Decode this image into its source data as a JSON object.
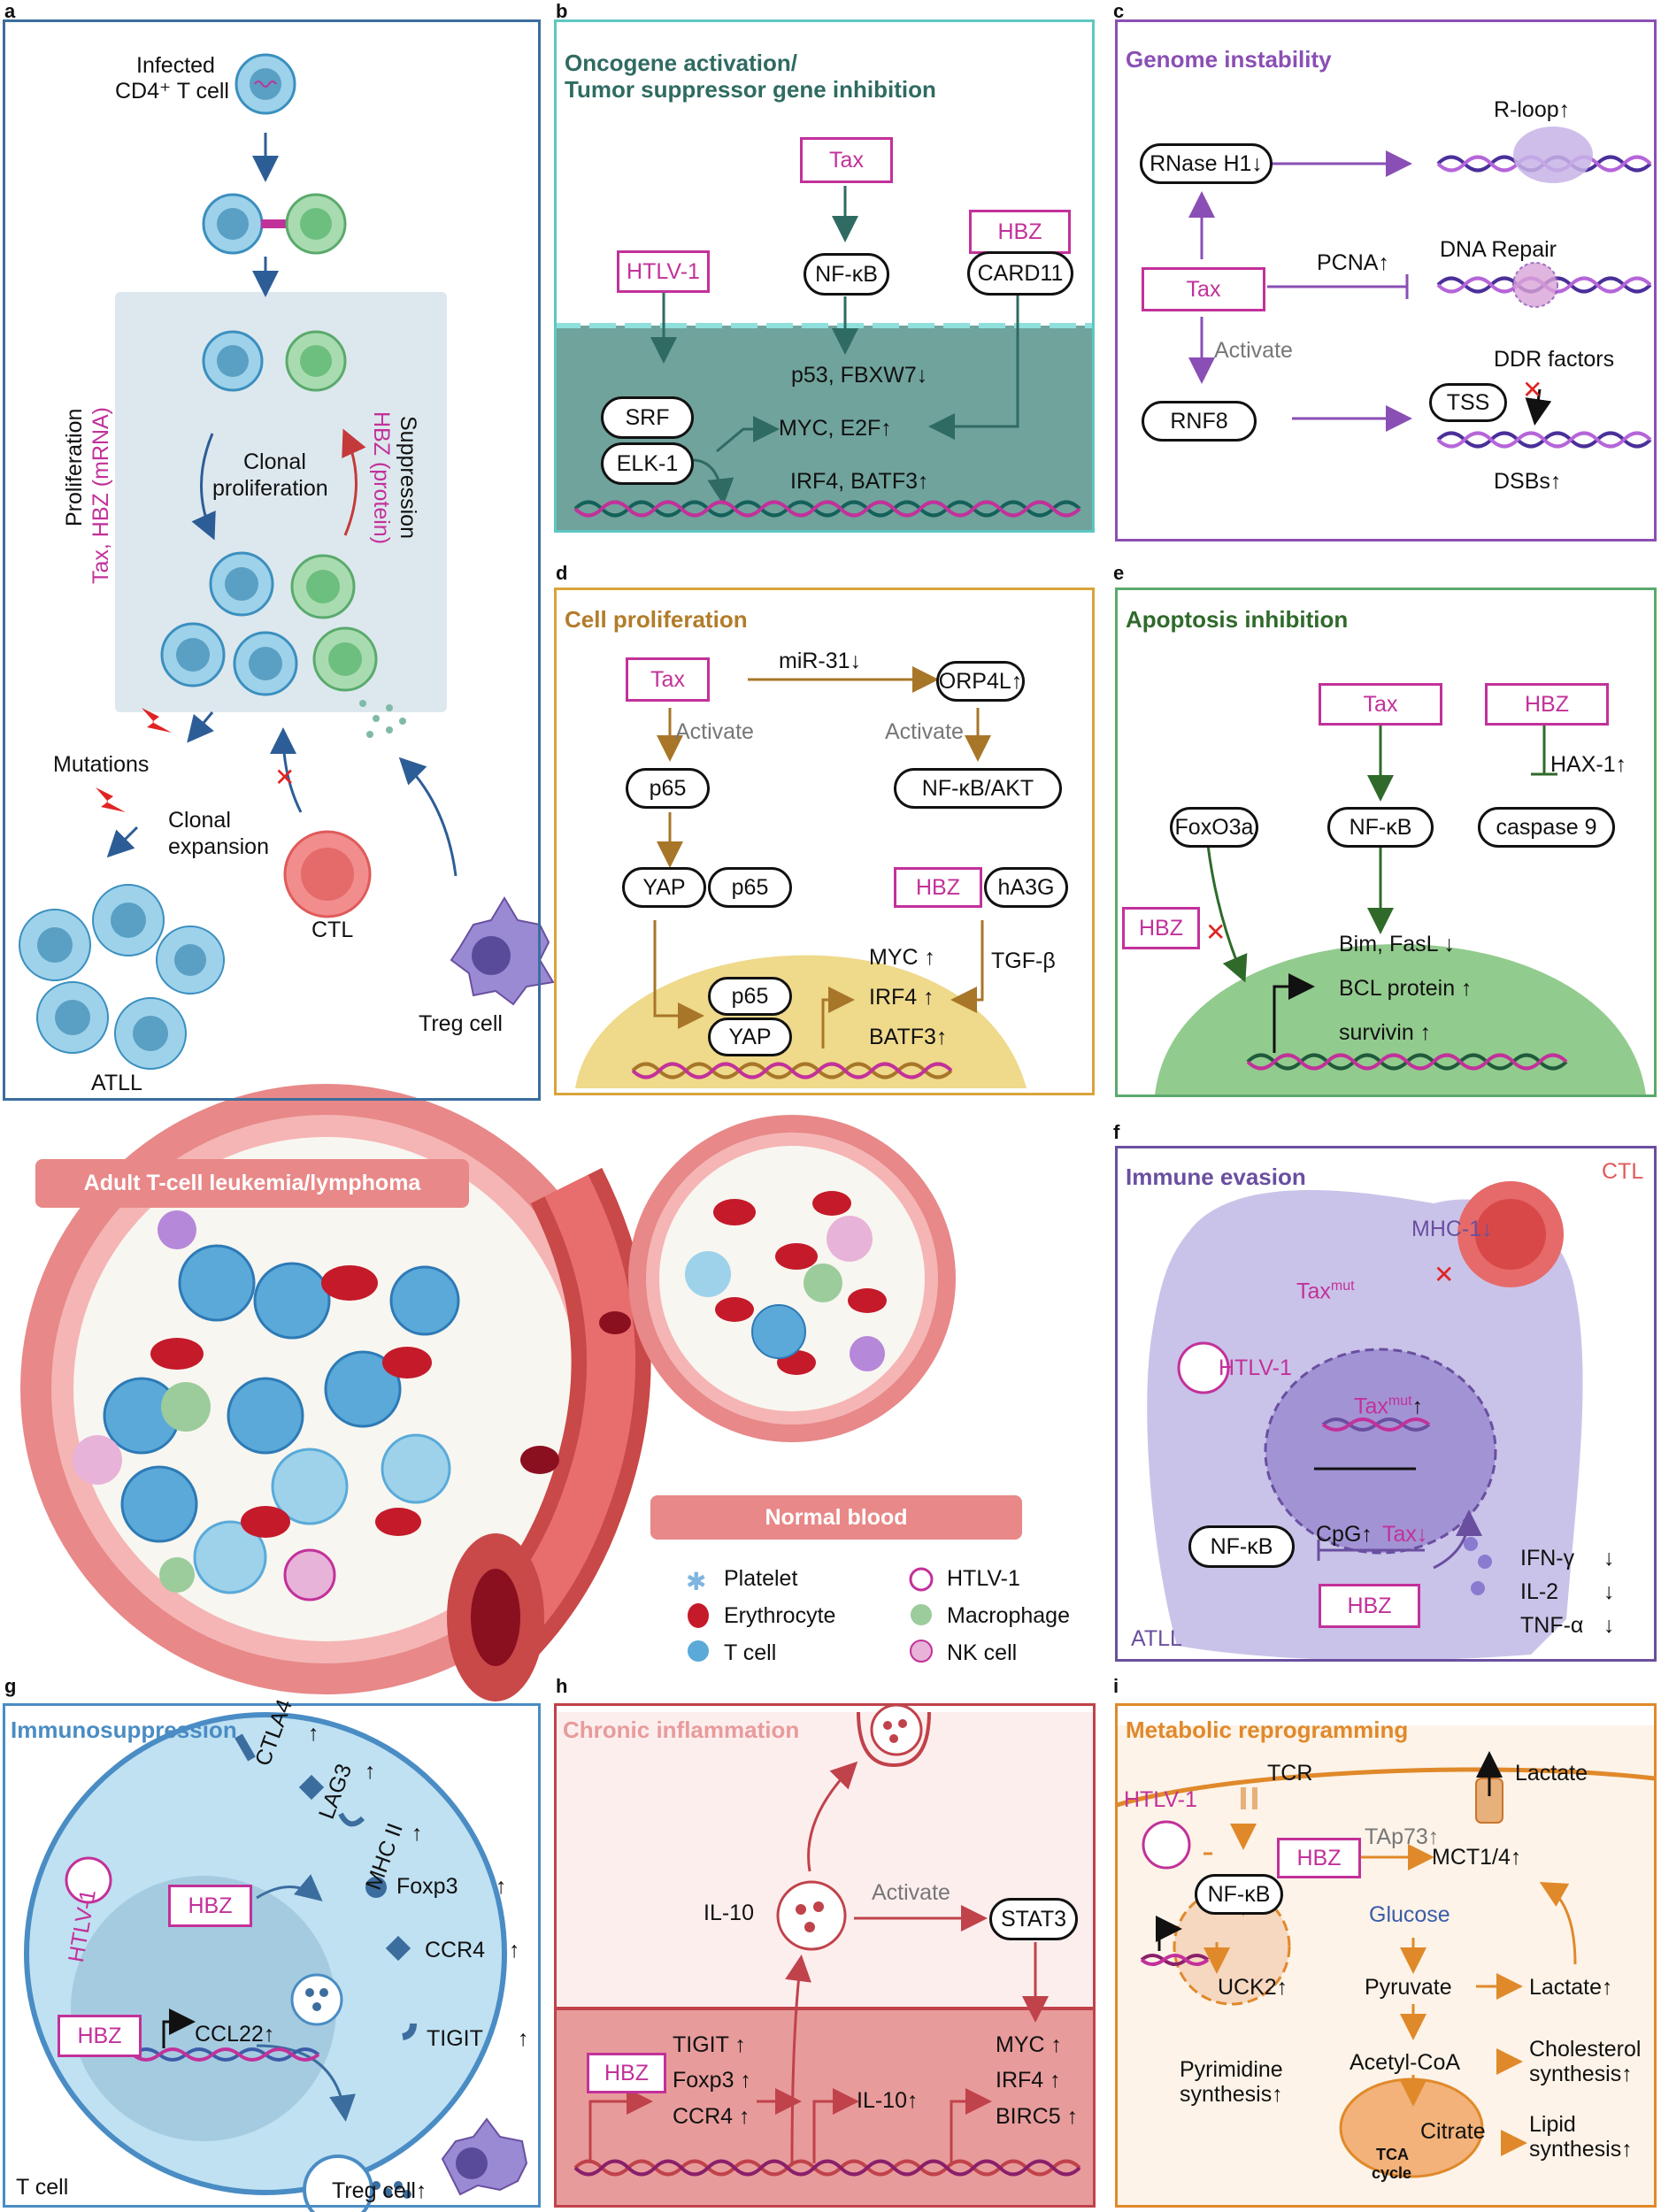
{
  "panel_a": {
    "letter": "a",
    "infected": "Infected",
    "cd4": "CD4⁺ T cell",
    "clonal": "Clonal",
    "proliferation_word": "proliferation",
    "left_prolif": "Proliferation",
    "left_tax": "Tax, HBZ (mRNA)",
    "right_supp": "Suppression",
    "right_hbz": "HBZ (protein)",
    "mutations": "Mutations",
    "clonal_exp1": "Clonal",
    "clonal_exp2": "expansion",
    "ctl": "CTL",
    "treg": "Treg cell",
    "atll": "ATLL"
  },
  "panel_b": {
    "letter": "b",
    "title1": "Oncogene activation/",
    "title2": "Tumor suppressor gene inhibition",
    "tax": "Tax",
    "hbz": "HBZ",
    "htlv": "HTLV-1",
    "nfkb": "NF-κB",
    "card11": "CARD11",
    "p53": "p53, FBXW7↓",
    "srf": "SRF",
    "elk": "ELK-1",
    "myc": "MYC, E2F↑",
    "irf4": "IRF4, BATF3↑"
  },
  "panel_c": {
    "letter": "c",
    "title": "Genome instability",
    "rnase": "RNase H1↓",
    "rloop": "R-loop↑",
    "tax": "Tax",
    "pcna": "PCNA↑",
    "dnarepair": "DNA Repair",
    "activate": "Activate",
    "ddr": "DDR factors",
    "rnf8": "RNF8",
    "tss": "TSS",
    "dsbs": "DSBs↑"
  },
  "panel_d": {
    "letter": "d",
    "title": "Cell proliferation",
    "tax": "Tax",
    "mir31": "miR-31↓",
    "orp4l": "ORP4L↑",
    "activate1": "Activate",
    "activate2": "Activate",
    "p65": "p65",
    "nfkb_akt": "NF-κB/AKT",
    "yap": "YAP",
    "p65b": "p65",
    "hbz": "HBZ",
    "ha3g": "hA3G",
    "tgfb": "TGF-β",
    "myc": "MYC ↑",
    "irf4": "IRF4 ↑",
    "batf3": "BATF3↑",
    "p65c": "p65",
    "yapc": "YAP"
  },
  "panel_e": {
    "letter": "e",
    "title": "Apoptosis inhibition",
    "tax": "Tax",
    "hbz": "HBZ",
    "hax": "HAX-1↑",
    "foxo": "FoxO3a",
    "nfkb": "NF-κB",
    "casp9": "caspase 9",
    "hbz2": "HBZ",
    "bim": "Bim, FasL ↓",
    "bcl": "BCL protein ↑",
    "survivin": "survivin ↑"
  },
  "panel_mid": {
    "atll_label": "Adult T-cell leukemia/lymphoma",
    "normal_label": "Normal blood",
    "legend": [
      "Platelet",
      "Erythrocyte",
      "T cell",
      "HTLV-1",
      "Macrophage",
      "NK cell"
    ]
  },
  "panel_f": {
    "letter": "f",
    "title": "Immune evasion",
    "ctl": "CTL",
    "mhc": "MHC-1↓",
    "taxmut": "Tax",
    "mut_sup": "mut",
    "htlv": "HTLV-1",
    "taxmut_up": "Tax",
    "mut_sup2": "mut",
    "up": "↑",
    "cpg": "CpG↑",
    "tax_down": "Tax↓",
    "nfkb": "NF-κB",
    "hbz": "HBZ",
    "ifn": "IFN-γ",
    "il2": "IL-2",
    "tnf": "TNF-α",
    "down": "↓",
    "atll": "ATLL"
  },
  "panel_g": {
    "letter": "g",
    "title": "Immunosuppression",
    "ctla4": "CTLA4",
    "lag3": "LAG3",
    "mhcii": "MHC II",
    "foxp3": "Foxp3",
    "ccr4": "CCR4",
    "tigit": "TIGIT",
    "up": "↑",
    "htlv": "HTLV-1",
    "hbz": "HBZ",
    "hbz2": "HBZ",
    "ccl22": "CCL22↑",
    "tcell": "T cell",
    "treg": "Treg cell↑"
  },
  "panel_h": {
    "letter": "h",
    "title": "Chronic inflammation",
    "il10": "IL-10",
    "activate": "Activate",
    "stat3": "STAT3",
    "tigit": "TIGIT ↑",
    "foxp3": "Foxp3 ↑",
    "ccr4": "CCR4 ↑",
    "il10b": "IL-10↑",
    "hbz": "HBZ",
    "myc": "MYC ↑",
    "irf4": "IRF4 ↑",
    "birc5": "BIRC5 ↑"
  },
  "panel_i": {
    "letter": "i",
    "title": "Metabolic reprogramming",
    "tcr": "TCR",
    "lactate_top": "Lactate",
    "htlv": "HTLV-1",
    "hbz": "HBZ",
    "tap73": "TAp73↑",
    "mct": "MCT1/4↑",
    "nfkb": "NF-κB",
    "glucose": "Glucose",
    "uck2": "UCK2↑",
    "pyruvate": "Pyruvate",
    "lactate": "Lactate↑",
    "acetyl": "Acetyl-CoA",
    "chol1": "Cholesterol",
    "chol2": "synthesis↑",
    "pyr1": "Pyrimidine",
    "pyr2": "synthesis↑",
    "citrate": "Citrate",
    "lipid1": "Lipid",
    "lipid2": "synthesis↑",
    "tca1": "TCA",
    "tca2": "cycle"
  }
}
